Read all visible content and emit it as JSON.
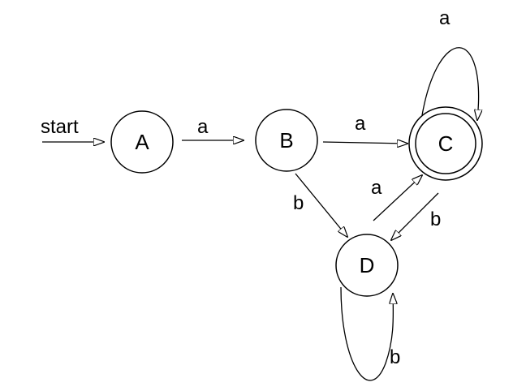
{
  "diagram": {
    "start_label": "start",
    "states": [
      {
        "id": "A",
        "label": "A",
        "accepting": false
      },
      {
        "id": "B",
        "label": "B",
        "accepting": false
      },
      {
        "id": "C",
        "label": "C",
        "accepting": true
      },
      {
        "id": "D",
        "label": "D",
        "accepting": false
      }
    ],
    "transitions": [
      {
        "from": "A",
        "to": "B",
        "label": "a"
      },
      {
        "from": "B",
        "to": "C",
        "label": "a"
      },
      {
        "from": "B",
        "to": "D",
        "label": "b"
      },
      {
        "from": "C",
        "to": "C",
        "label": "a"
      },
      {
        "from": "C",
        "to": "D",
        "label": "b"
      },
      {
        "from": "D",
        "to": "C",
        "label": "a"
      },
      {
        "from": "D",
        "to": "D",
        "label": "b"
      }
    ]
  }
}
